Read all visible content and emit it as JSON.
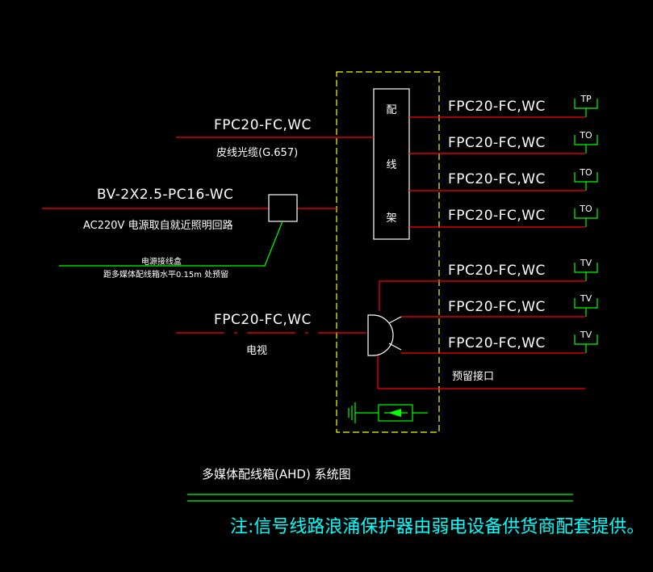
{
  "colors": {
    "background": "#000000",
    "cable": "#ff0000",
    "ground": "#00ff00",
    "box_outline": "#ffff00",
    "text": "#ffffff",
    "note": "#00ffff"
  },
  "incoming": {
    "fiber_spec": "FPC20-FC,WC",
    "fiber_desc": "皮线光缆(G.657)",
    "power_spec": "BV-2X2.5-PC16-WC",
    "power_desc": "AC220V 电源取自就近照明回路",
    "power_box_note_1": "电源接线盒",
    "power_box_note_2": "距多媒体配线箱水平0.15m 处预留",
    "tv_spec": "FPC20-FC,WC",
    "tv_desc": "电视"
  },
  "patch_panel": {
    "chars": [
      "配",
      "线",
      "架"
    ]
  },
  "outputs": [
    {
      "spec": "FPC20-FC,WC",
      "terminal": "TP"
    },
    {
      "spec": "FPC20-FC,WC",
      "terminal": "TO"
    },
    {
      "spec": "FPC20-FC,WC",
      "terminal": "TO"
    },
    {
      "spec": "FPC20-FC,WC",
      "terminal": "TO"
    },
    {
      "spec": "FPC20-FC,WC",
      "terminal": "TV"
    },
    {
      "spec": "FPC20-FC,WC",
      "terminal": "TV"
    },
    {
      "spec": "FPC20-FC,WC",
      "terminal": "TV"
    }
  ],
  "reserved_port": "预留接口",
  "diagram_title": "多媒体配线箱(AHD) 系统图",
  "footnote": "注:信号线路浪涌保护器由弱电设备供货商配套提供。"
}
